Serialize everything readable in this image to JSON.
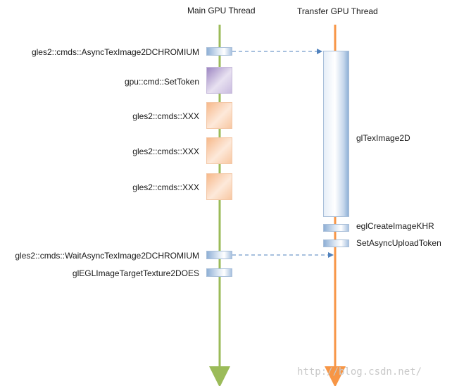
{
  "headers": {
    "main": "Main GPU Thread",
    "transfer": "Transfer GPU Thread"
  },
  "main_thread_calls": [
    "gles2::cmds::AsyncTexImage2DCHROMIUM",
    "gpu::cmd::SetToken",
    "gles2::cmds::XXX",
    "gles2::cmds::XXX",
    "gles2::cmds::XXX",
    "gles2::cmds::WaitAsyncTexImage2DCHROMIUM",
    "glEGLImageTargetTexture2DOES"
  ],
  "transfer_thread_calls": [
    "glTexImage2D",
    "eglCreateImageKHR",
    "SetAsyncUploadToken"
  ],
  "watermark": "http://blog.csdn.net/",
  "colors": {
    "main_thread_line": "#9bbb59",
    "transfer_thread_line": "#f79646",
    "arrow": "#4f81bd"
  }
}
